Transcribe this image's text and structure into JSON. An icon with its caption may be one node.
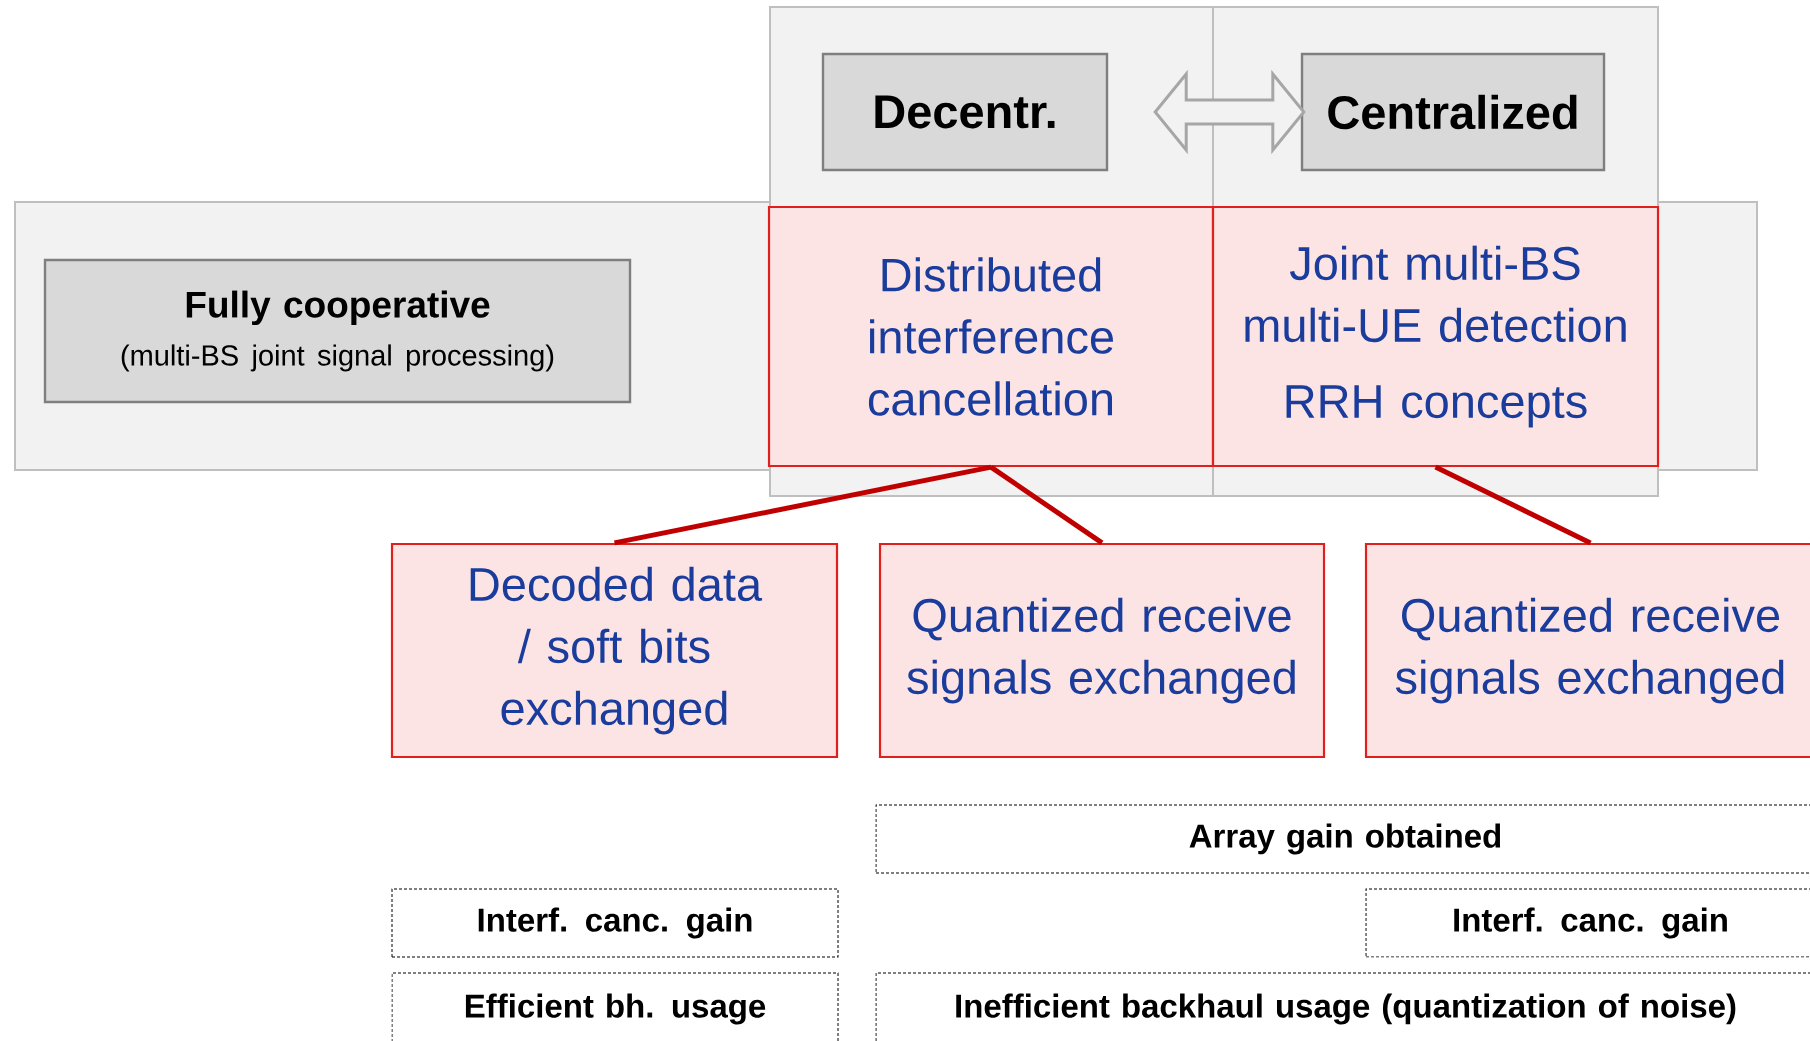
{
  "diagram": {
    "nodes": [
      {
        "text": [
          "Fully cooperative",
          "(multi-BS joint signal processing)"
        ]
      },
      {
        "text": [
          "Decentr."
        ]
      },
      {
        "text": [
          "Centralized"
        ]
      },
      {
        "text": [
          "Distributed interference cancellation"
        ]
      },
      {
        "text": [
          "Joint multi-BS multi-UE detection",
          "RRH concepts"
        ]
      },
      {
        "text": [
          "Decoded data / soft bits exchanged"
        ]
      },
      {
        "text": [
          "Quantized receive signals exchanged"
        ]
      },
      {
        "text": [
          "Quantized receive signals exchanged"
        ]
      },
      {
        "text": [
          "Array gain obtained"
        ]
      },
      {
        "text": [
          "Interf. canc. gain"
        ]
      },
      {
        "text": [
          "Interf. canc. gain"
        ]
      },
      {
        "text": [
          "Efficient bh. usage"
        ]
      },
      {
        "text": [
          "Inefficient backhaul usage (quantization of noise)"
        ]
      }
    ],
    "edges": [
      {
        "from": 1,
        "to": 2,
        "arrow": "both",
        "color": "#a6a6a6"
      },
      {
        "from": 3,
        "to": 5,
        "arrow": "none"
      },
      {
        "from": 3,
        "to": 6,
        "arrow": "none"
      },
      {
        "from": 4,
        "to": 7,
        "arrow": "none"
      }
    ]
  }
}
